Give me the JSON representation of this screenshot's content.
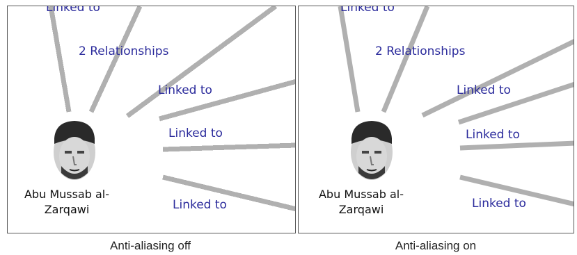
{
  "panels": [
    {
      "id": "off",
      "caption": "Anti-aliasing off",
      "person": {
        "name_line1": "Abu Mussab al-",
        "name_line2": "Zarqawi"
      },
      "edge_labels": [
        "Linked to",
        "2 Relationships",
        "Linked to",
        "Linked to",
        "Linked to"
      ]
    },
    {
      "id": "on",
      "caption": "Anti-aliasing on",
      "person": {
        "name_line1": "Abu Mussab al-",
        "name_line2": "Zarqawi"
      },
      "edge_labels": [
        "Linked to",
        "2 Relationships",
        "Linked to",
        "Linked to",
        "Linked to"
      ]
    }
  ],
  "colors": {
    "edge": "#b0b0b0",
    "label": "#2b2b9c",
    "border": "#555555"
  },
  "icons": [
    "person-photo-icon"
  ]
}
